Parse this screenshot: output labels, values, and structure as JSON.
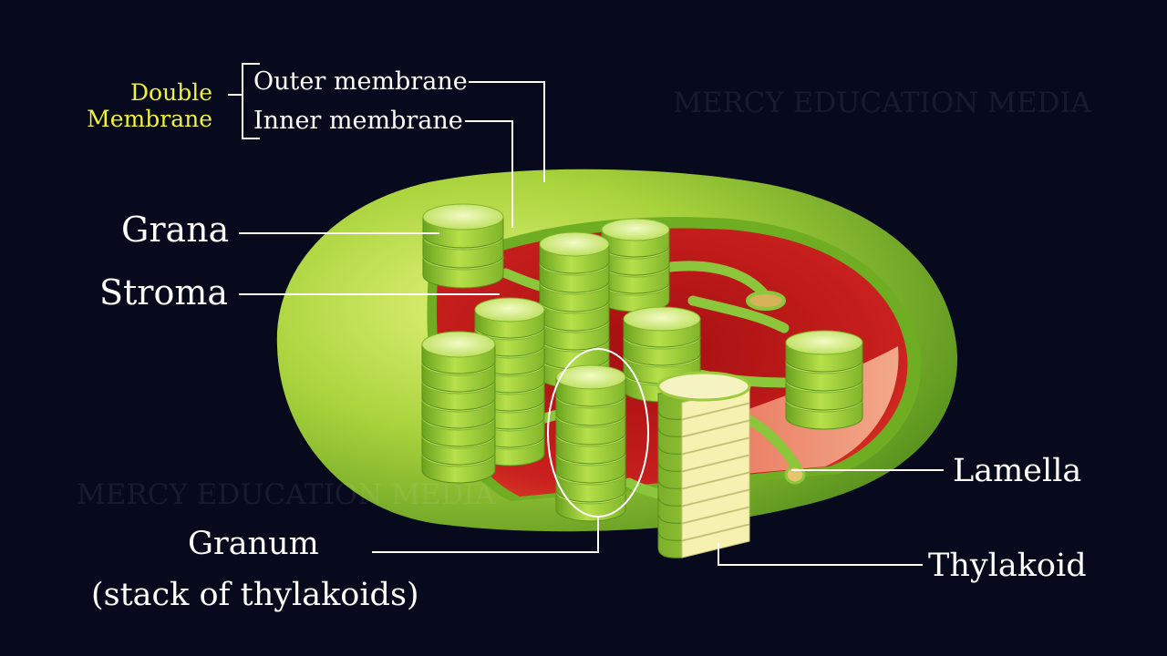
{
  "watermark": "MERCY EDUCATION MEDIA",
  "labels": {
    "double": "Double",
    "membrane": "Membrane",
    "outer_membrane": "Outer membrane",
    "inner_membrane": "Inner membrane",
    "grana": "Grana",
    "stroma": "Stroma",
    "lamella": "Lamella",
    "granum": "Granum",
    "granum_sub": "(stack of thylakoids)",
    "thylakoid": "Thylakoid"
  },
  "colors": {
    "background": "#070a1c",
    "double_membrane_label": "#f2f23a",
    "outer_membrane": "#8dc63f",
    "stroma": "#c8201e",
    "grana": "#9acd32",
    "label_text": "#ffffff"
  }
}
